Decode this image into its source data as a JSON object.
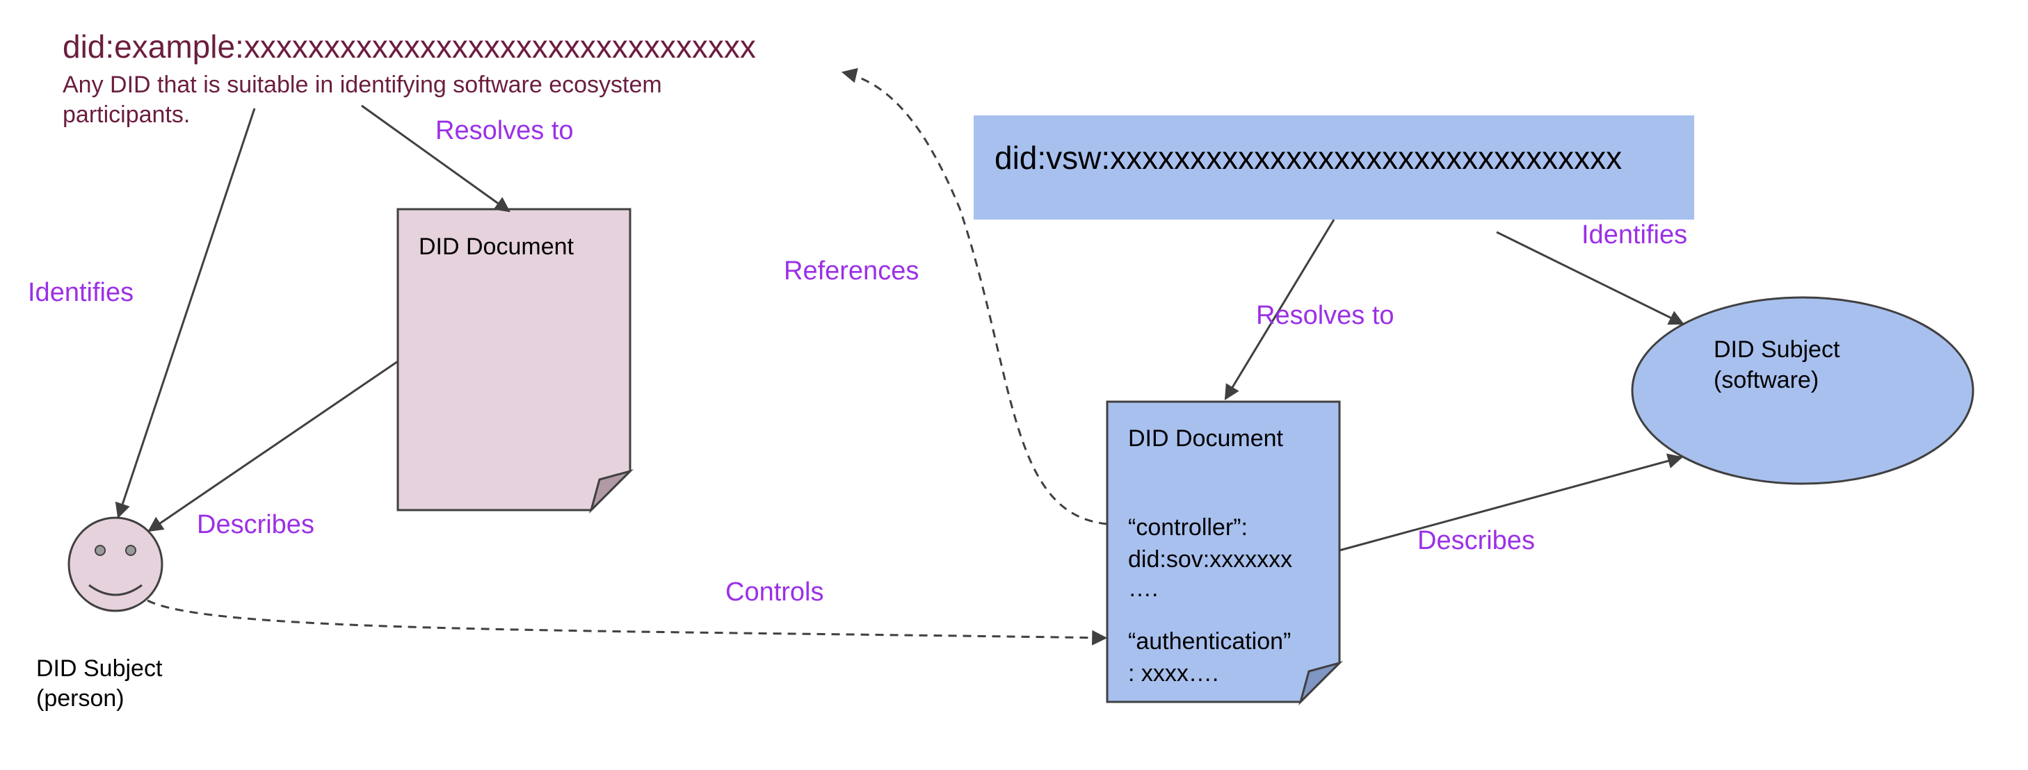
{
  "colors": {
    "maroon_text": "#6b1d3f",
    "purple_label": "#9b30e6",
    "doc_pink_fill": "#e6d2dc",
    "blue_fill": "#a8c0ee",
    "stroke_dark": "#404040",
    "black_text": "#000000",
    "fold_pink": "#b09aa6",
    "fold_blue": "#8096c4"
  },
  "left": {
    "did_title": "did:example:xxxxxxxxxxxxxxxxxxxxxxxxxxxxxxxx",
    "description_line1": "Any DID that is suitable in identifying software ecosystem",
    "description_line2": "participants.",
    "doc_title": "DID Document",
    "subject_line1": "DID Subject",
    "subject_line2": "(person)",
    "resolves_label": "Resolves to",
    "identifies_label": "Identifies",
    "describes_label": "Describes",
    "subject_icon": "smiley-face-icon"
  },
  "right": {
    "did_title": "did:vsw:xxxxxxxxxxxxxxxxxxxxxxxxxxxxxxxx",
    "doc_title": "DID Document",
    "doc_line1": "“controller”:",
    "doc_line2": "did:sov:xxxxxxx",
    "doc_line3": "….",
    "doc_line4": "“authentication”",
    "doc_line5": ": xxxx….",
    "subject_line1": "DID Subject",
    "subject_line2": "(software)",
    "resolves_label": "Resolves to",
    "identifies_label": "Identifies",
    "describes_label": "Describes"
  },
  "connections": {
    "references_label": "References",
    "controls_label": "Controls"
  }
}
